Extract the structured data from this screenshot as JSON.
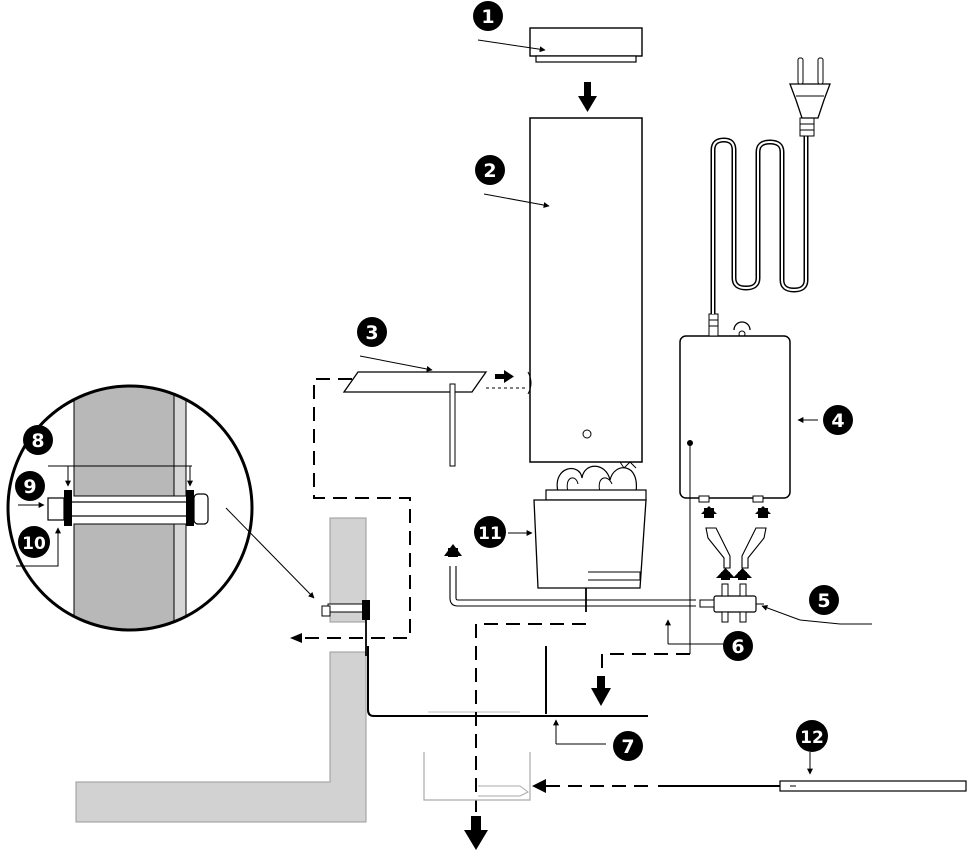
{
  "diagram": {
    "callouts": [
      {
        "id": "c1",
        "label": "1"
      },
      {
        "id": "c2",
        "label": "2"
      },
      {
        "id": "c3",
        "label": "3"
      },
      {
        "id": "c4",
        "label": "4"
      },
      {
        "id": "c5",
        "label": "5"
      },
      {
        "id": "c6",
        "label": "6"
      },
      {
        "id": "c7",
        "label": "7"
      },
      {
        "id": "c8",
        "label": "8"
      },
      {
        "id": "c9",
        "label": "9"
      },
      {
        "id": "c10",
        "label": "10"
      },
      {
        "id": "c11",
        "label": "11"
      },
      {
        "id": "c12",
        "label": "12"
      }
    ],
    "colors": {
      "line": "#000000",
      "wall_fill": "#d2d2d2",
      "wall_stroke": "#9a9a9a",
      "callout_fill": "#000000",
      "callout_text": "#ffffff",
      "faded_part": "#aaaaaa"
    }
  }
}
